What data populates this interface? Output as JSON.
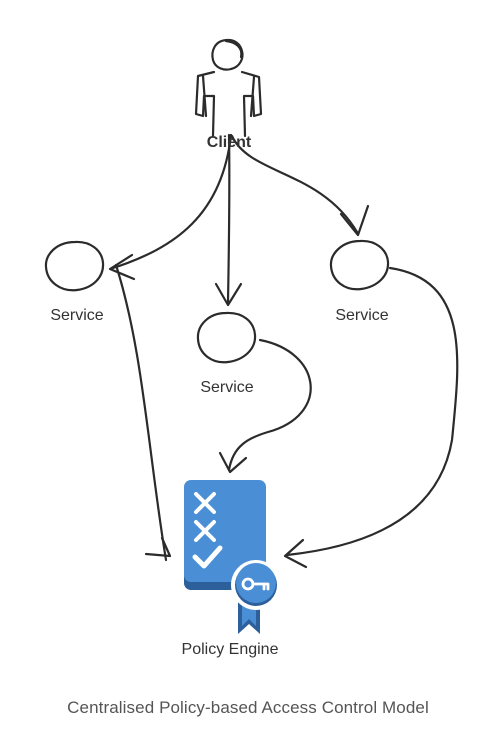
{
  "nodes": {
    "client": "Client",
    "service_left": "Service",
    "service_middle": "Service",
    "service_right": "Service",
    "policy_engine": "Policy Engine"
  },
  "caption": "Centralised Policy-based Access Control Model",
  "colors": {
    "stroke": "#2b2b2b",
    "label": "#333333",
    "caption": "#555555",
    "policy_blue": "#4a8fd6",
    "policy_dark_blue": "#2d5f9a",
    "white": "#ffffff"
  },
  "icons": {
    "client": "user-icon",
    "policy_engine": "policy-document-icon",
    "badge": "key-badge-icon"
  }
}
